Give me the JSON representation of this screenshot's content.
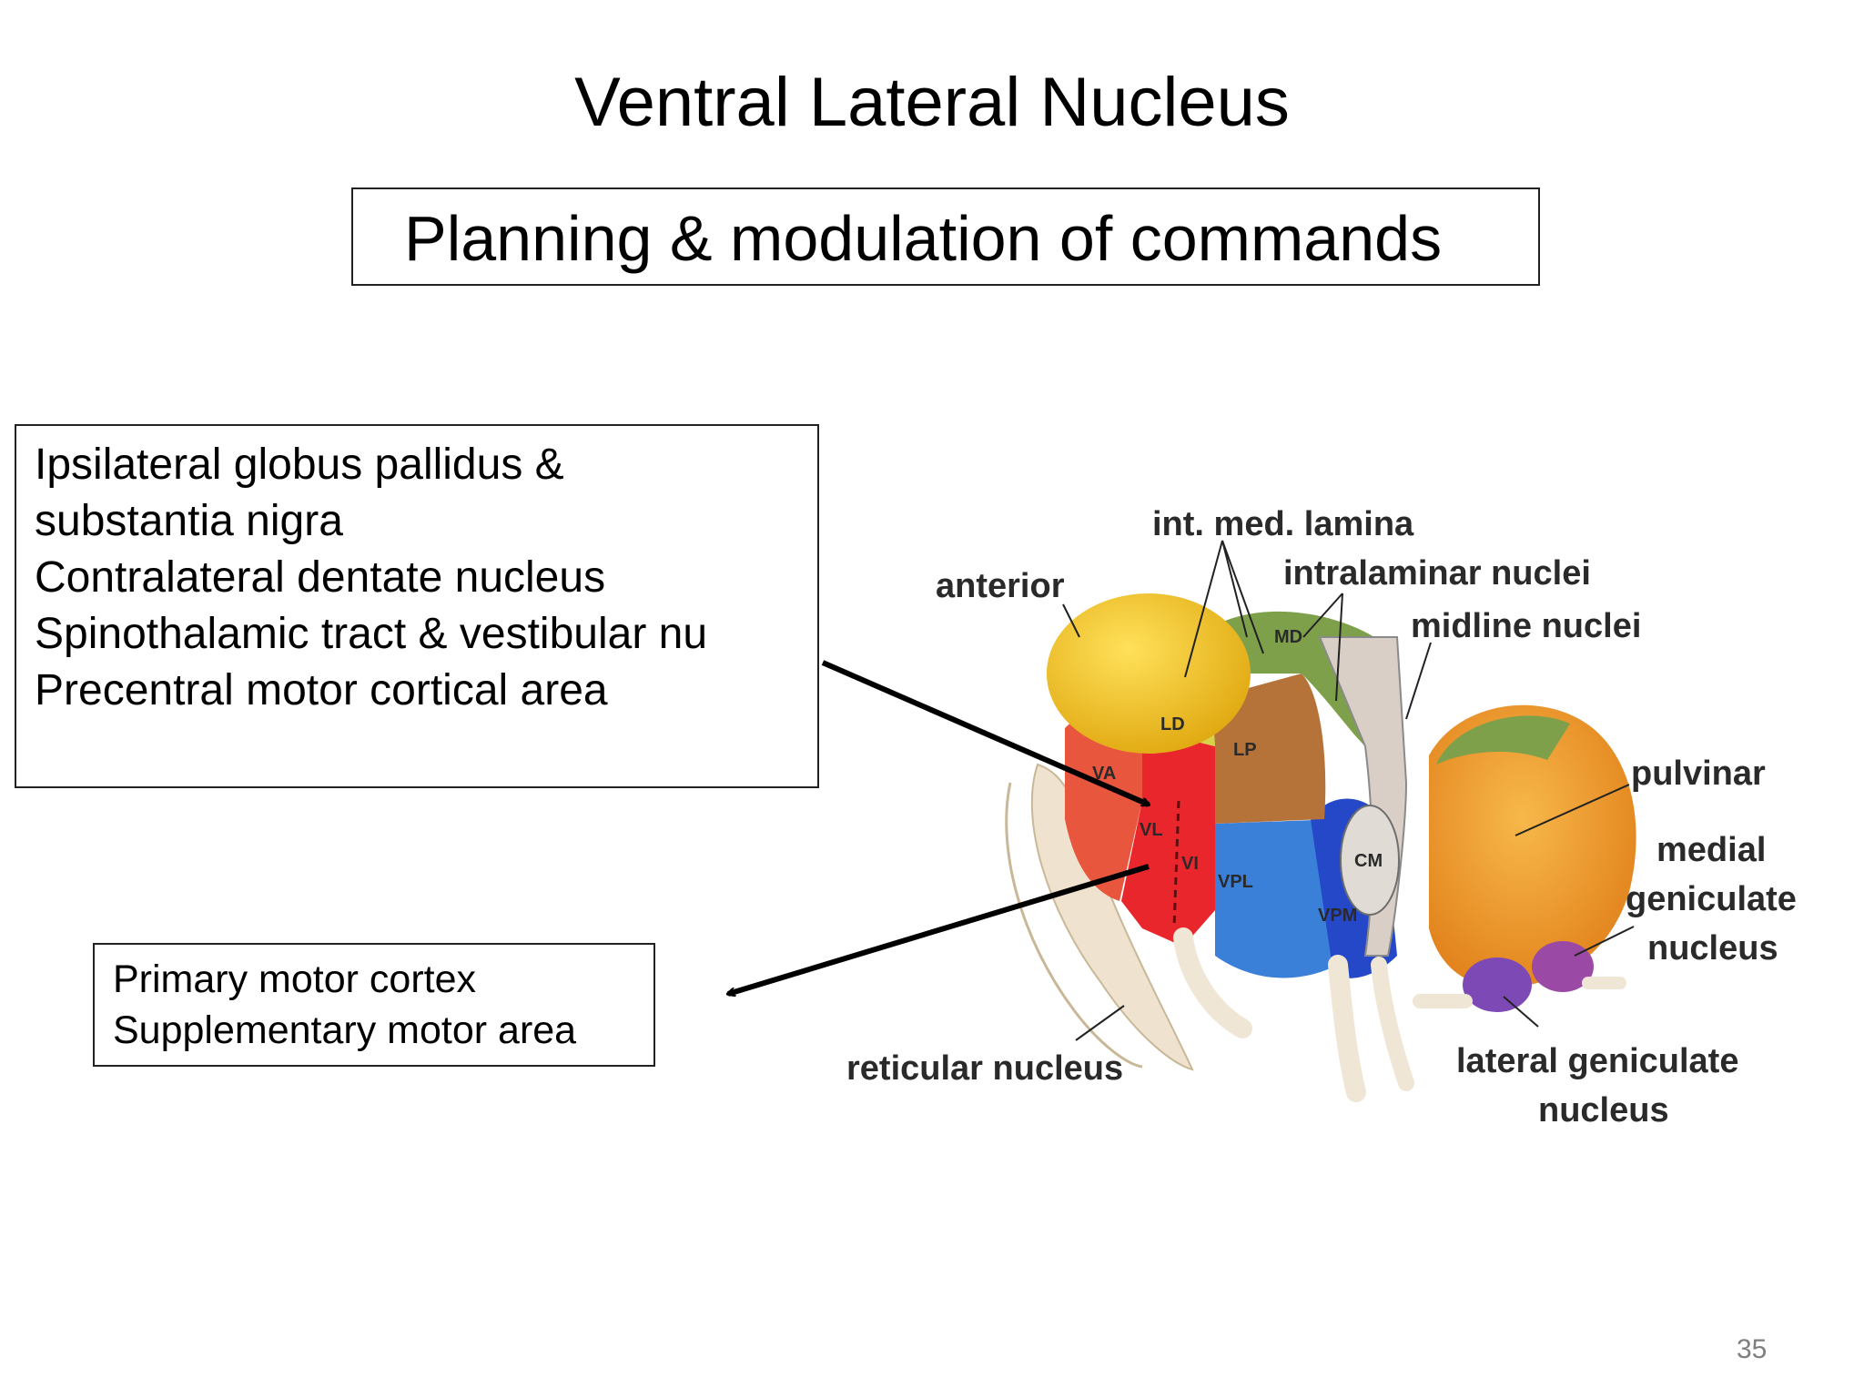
{
  "title": "Ventral Lateral Nucleus",
  "subtitle": "Planning & modulation of commands",
  "inputs": [
    "Ipsilateral globus pallidus &",
    "substantia nigra",
    "Contralateral dentate nucleus",
    "Spinothalamic tract & vestibular nu",
    "Precentral motor cortical area"
  ],
  "outputs": [
    "Primary motor cortex",
    "Supplementary motor area"
  ],
  "page_number": "35",
  "diagram": {
    "labels": {
      "int_med_lamina": "int. med. lamina",
      "anterior": "anterior",
      "intralaminar_nuclei": "intralaminar nuclei",
      "midline_nuclei": "midline nuclei",
      "pulvinar": "pulvinar",
      "medial_geniculate_1": "medial",
      "medial_geniculate_2": "geniculate",
      "medial_geniculate_3": "nucleus",
      "reticular_nucleus": "reticular nucleus",
      "lateral_geniculate_1": "lateral geniculate",
      "lateral_geniculate_2": "nucleus"
    },
    "region_labels": {
      "md": "MD",
      "ld": "LD",
      "lp": "LP",
      "va": "VA",
      "vl": "VL",
      "vi": "VI",
      "vpl": "VPL",
      "vpm": "VPM",
      "cm": "CM"
    },
    "colors": {
      "anterior": "#f2c21b",
      "ld": "#d8d24a",
      "lp": "#b5733a",
      "md": "#7fa04a",
      "va": "#e8563e",
      "vl": "#e8262c",
      "vpl": "#3a7fd8",
      "vpm": "#2548c8",
      "pulvinar": "#f09a28",
      "geniculate": "#8a4aa8",
      "fiber": "#efe6d6"
    }
  }
}
